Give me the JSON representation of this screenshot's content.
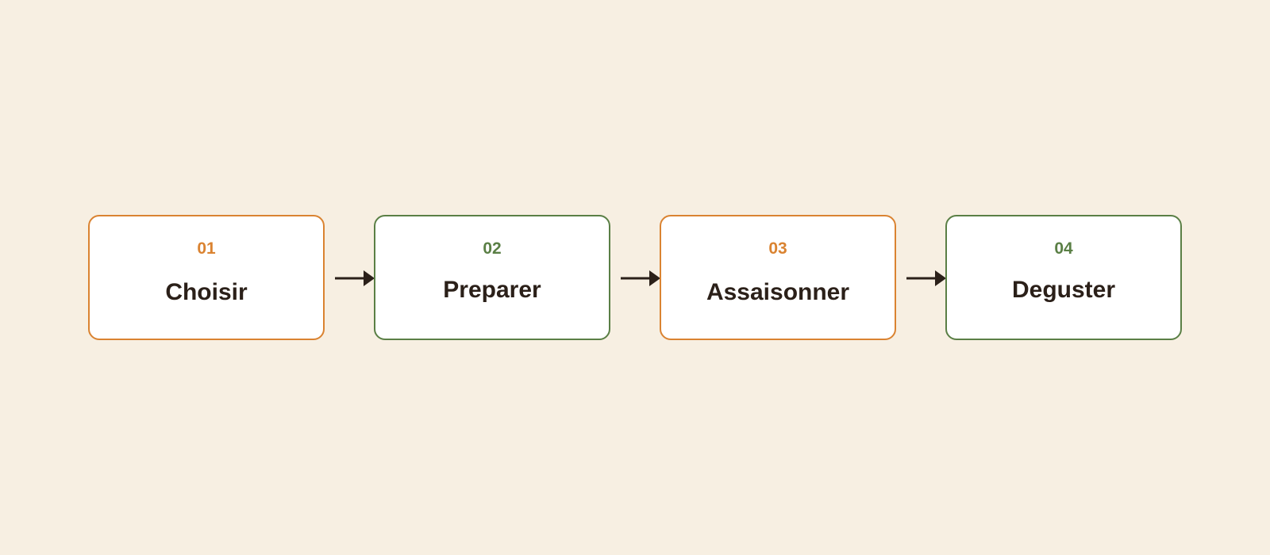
{
  "colors": {
    "background": "#f7efe2",
    "box_fill": "#ffffff",
    "orange": "#da8331",
    "green": "#5a7f45",
    "text_dark": "#2b2019",
    "arrow": "#2b2019"
  },
  "steps": [
    {
      "number": "01",
      "label": "Choisir",
      "accent": "orange"
    },
    {
      "number": "02",
      "label": "Preparer",
      "accent": "green"
    },
    {
      "number": "03",
      "label": "Assaisonner",
      "accent": "orange"
    },
    {
      "number": "04",
      "label": "Deguster",
      "accent": "green"
    }
  ]
}
